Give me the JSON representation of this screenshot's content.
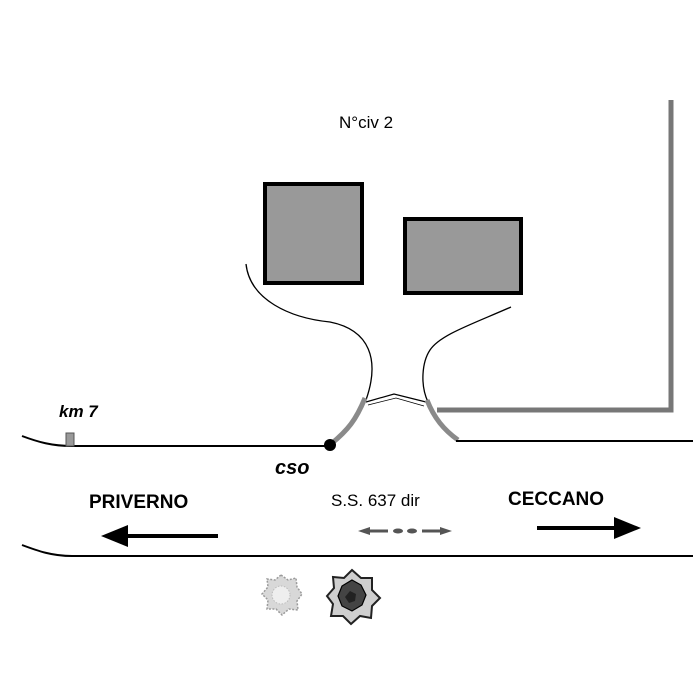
{
  "labels": {
    "civic_number": "N°civ 2",
    "km_marker": "km 7",
    "point_code": "cso",
    "road": "S.S. 637 dir",
    "direction_left": "PRIVERNO",
    "direction_right": "CECCANO"
  },
  "colors": {
    "building_fill": "#999999",
    "line": "#000000",
    "gate_stroke": "#8a8a8a",
    "wall": "#777777",
    "km_post": "#999999"
  },
  "icons": [
    "tree-light-icon",
    "tree-dark-icon"
  ]
}
